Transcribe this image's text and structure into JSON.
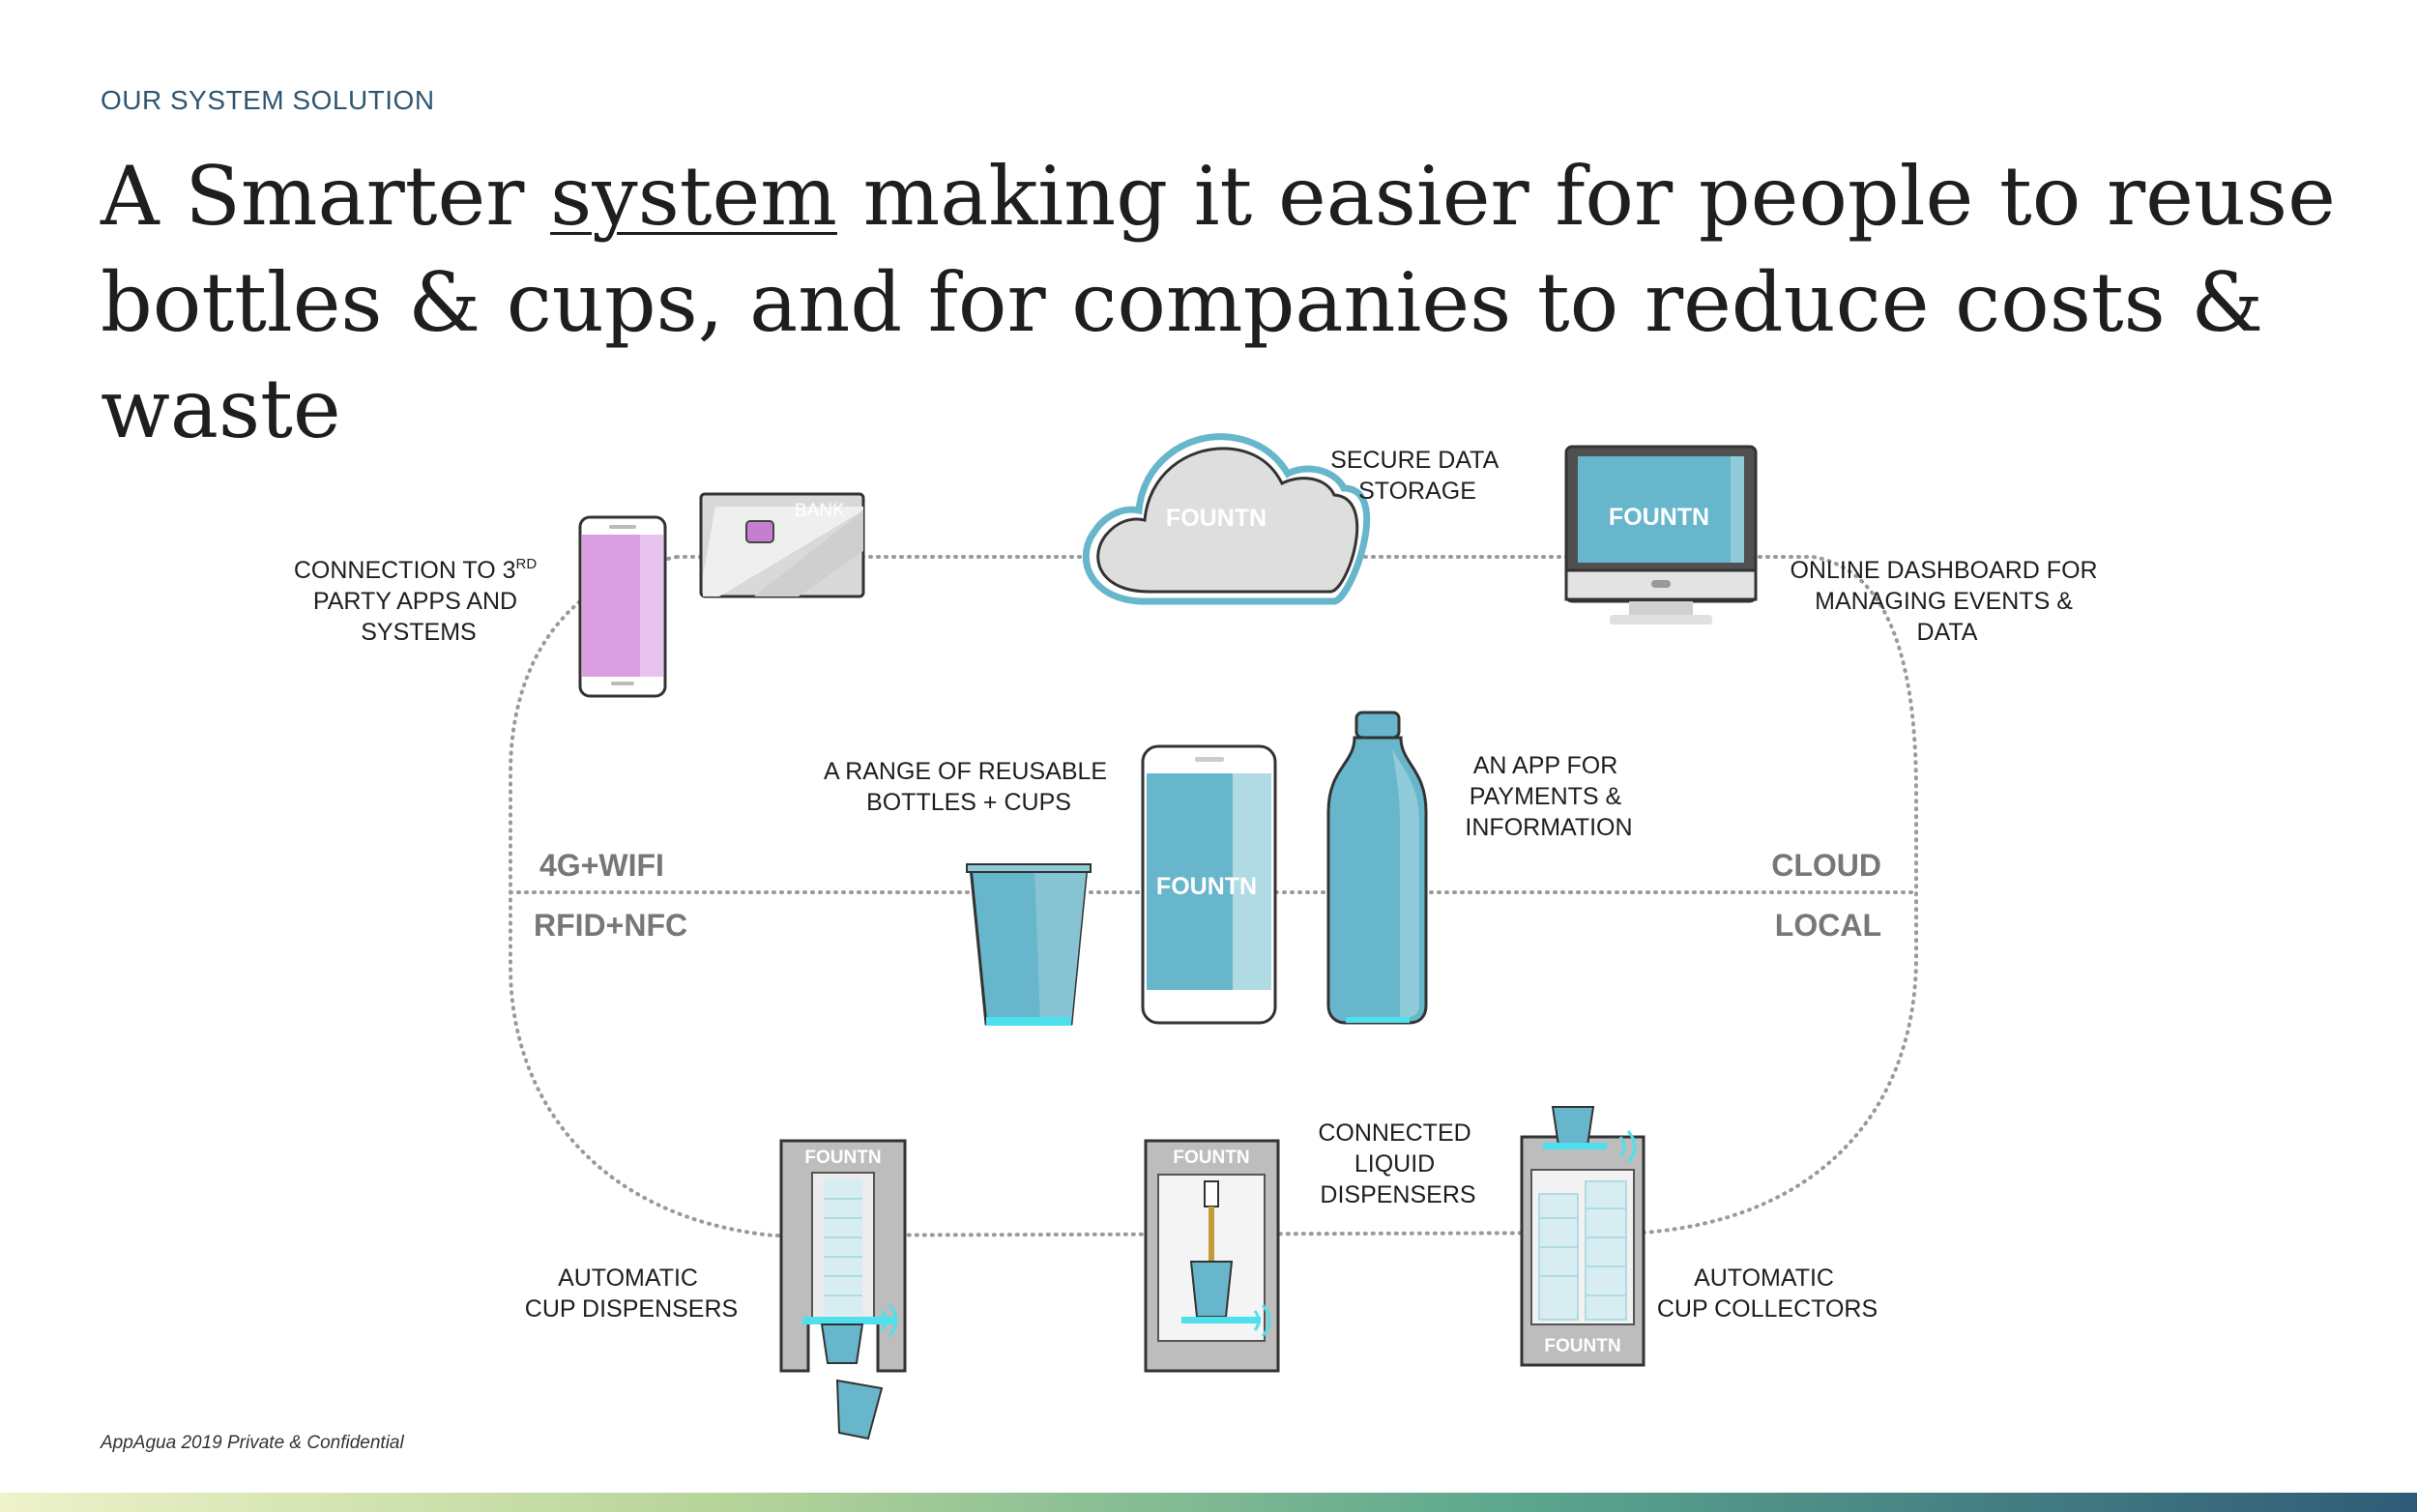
{
  "eyebrow": "OUR SYSTEM SOLUTION",
  "headline": {
    "before": "A Smarter ",
    "emph": "system",
    "after": " making it easier for people to reuse bottles & cups, and for companies to reduce costs & waste"
  },
  "labels": {
    "connection": {
      "line1_pre": "CONNECTION TO 3",
      "line1_sup": "RD",
      "line2": "PARTY APPS AND",
      "line3": "SYSTEMS"
    },
    "storage": [
      "SECURE DATA",
      "STORAGE"
    ],
    "dashboard": [
      "ONLINE DASHBOARD FOR",
      "MANAGING EVENTS &",
      "DATA"
    ],
    "bottles": [
      "A RANGE OF REUSABLE",
      "BOTTLES + CUPS"
    ],
    "app": [
      "AN APP FOR",
      "PAYMENTS &",
      "INFORMATION"
    ],
    "liquid": [
      "CONNECTED",
      "LIQUID",
      "DISPENSERS"
    ],
    "cup_dispensers": [
      "AUTOMATIC",
      "CUP DISPENSERS"
    ],
    "cup_collectors": [
      "AUTOMATIC",
      "CUP COLLECTORS"
    ]
  },
  "zones": {
    "top_left": "4G+WIFI",
    "bottom_left": "RFID+NFC",
    "top_right": "CLOUD",
    "bottom_right": "LOCAL"
  },
  "brand": "FOUNTN",
  "card_label": "BANK",
  "footer": "AppAgua 2019 Private & Confidential",
  "colors": {
    "accent": "#67b6cb",
    "accent_light": "#b0dbe4",
    "phone_pink": "#d99fe0",
    "chip": "#c57fd0",
    "title_blue": "#2e5672"
  },
  "icons": [
    "phone-icon",
    "bank-card-icon",
    "cloud-icon",
    "monitor-icon",
    "cup-icon",
    "app-phone-icon",
    "bottle-icon",
    "cup-dispenser-icon",
    "liquid-dispenser-icon",
    "cup-collector-icon",
    "wireless-signal-icon"
  ]
}
